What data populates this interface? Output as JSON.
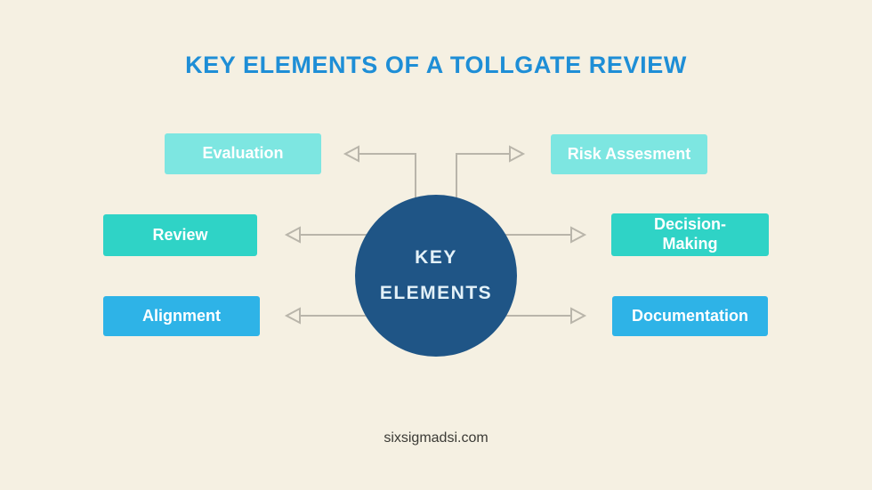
{
  "title": "KEY ELEMENTS OF A TOLLGATE REVIEW",
  "center": {
    "line1": "KEY",
    "line2": "ELEMENTS",
    "color": "#1f5586"
  },
  "boxes": [
    {
      "label": "Evaluation",
      "color": "#7de6e1"
    },
    {
      "label": "Review",
      "color": "#2fd3c6"
    },
    {
      "label": "Alignment",
      "color": "#2eb3e7"
    },
    {
      "label": "Risk Assesment",
      "color": "#7de6e1"
    },
    {
      "label": "Decision-\nMaking",
      "color": "#2fd3c6"
    },
    {
      "label": "Documentation",
      "color": "#2eb3e7"
    }
  ],
  "footer": {
    "text": "sixsigmadsi.com"
  },
  "colors": {
    "background": "#f5f0e2",
    "title": "#1e8ed6",
    "circle": "#1f5586",
    "circle-text": "#e3f1f8",
    "box-text": "#ffffff",
    "arrow": "#b9b5aa",
    "footer": "#3b3a35"
  }
}
